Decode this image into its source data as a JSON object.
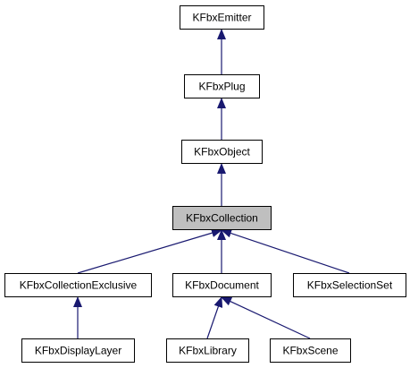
{
  "diagram": {
    "type": "class-inheritance-graph",
    "colors": {
      "node_fill": "#ffffff",
      "node_border": "#000000",
      "focus_fill": "#bfbfbf",
      "edge": "#191970",
      "text": "#000000"
    },
    "nodes": [
      {
        "id": "emitter",
        "label": "KFbxEmitter"
      },
      {
        "id": "plug",
        "label": "KFbxPlug"
      },
      {
        "id": "object",
        "label": "KFbxObject"
      },
      {
        "id": "collection",
        "label": "KFbxCollection",
        "focus": true
      },
      {
        "id": "collexclusive",
        "label": "KFbxCollectionExclusive"
      },
      {
        "id": "document",
        "label": "KFbxDocument"
      },
      {
        "id": "selectionset",
        "label": "KFbxSelectionSet"
      },
      {
        "id": "displaylayer",
        "label": "KFbxDisplayLayer"
      },
      {
        "id": "library",
        "label": "KFbxLibrary"
      },
      {
        "id": "scene",
        "label": "KFbxScene"
      }
    ],
    "edges": [
      {
        "from": "plug",
        "to": "emitter"
      },
      {
        "from": "object",
        "to": "plug"
      },
      {
        "from": "collection",
        "to": "object"
      },
      {
        "from": "collexclusive",
        "to": "collection"
      },
      {
        "from": "document",
        "to": "collection"
      },
      {
        "from": "selectionset",
        "to": "collection"
      },
      {
        "from": "displaylayer",
        "to": "collexclusive"
      },
      {
        "from": "library",
        "to": "document"
      },
      {
        "from": "scene",
        "to": "document"
      }
    ]
  }
}
